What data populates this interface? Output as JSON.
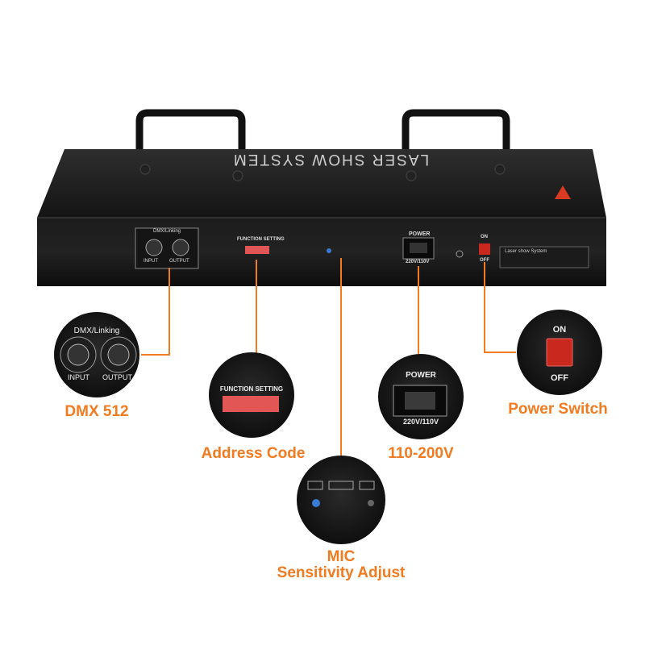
{
  "device": {
    "top_text": "LASER SHOW SYSTEM",
    "panel": {
      "dmx_title": "DMX/Linking",
      "dmx_input": "INPUT",
      "dmx_output": "OUTPUT",
      "function_title": "FUNCTION SETTING",
      "power_title": "POWER",
      "power_voltage": "220V/110V",
      "on": "ON",
      "off": "OFF",
      "sticker": "Laser show System"
    }
  },
  "callouts": {
    "dmx": {
      "title": "DMX/Linking",
      "input": "INPUT",
      "output": "OUTPUT",
      "label": "DMX 512"
    },
    "function": {
      "title": "FUNCTION SETTING",
      "label": "Address Code"
    },
    "power": {
      "title": "POWER",
      "voltage": "220V/110V",
      "label": "110-200V"
    },
    "mic": {
      "label_line1": "MIC",
      "label_line2": "Sensitivity Adjust"
    },
    "switch": {
      "on": "ON",
      "off": "OFF",
      "label": "Power Switch"
    }
  },
  "colors": {
    "accent": "#f27a1f",
    "device": "#1a1a1a",
    "switch_red": "#c8281e"
  }
}
